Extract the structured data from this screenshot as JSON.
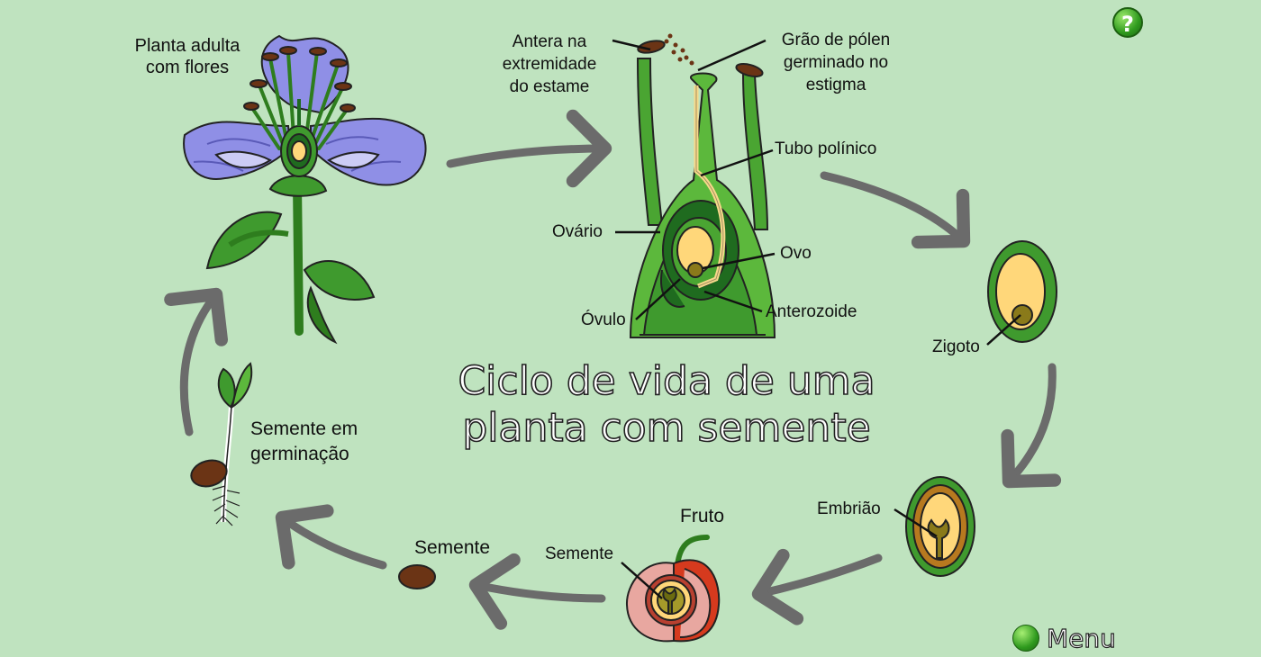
{
  "title": {
    "line1": "Ciclo de vida de uma",
    "line2": "planta com semente"
  },
  "labels": {
    "adult_plant_l1": "Planta adulta",
    "adult_plant_l2": "com flores",
    "anther_l1": "Antera na",
    "anther_l2": "extremidade",
    "anther_l3": "do estame",
    "pollen_l1": "Grão de pólen",
    "pollen_l2": "germinado no",
    "pollen_l3": "estigma",
    "pollen_tube": "Tubo polínico",
    "ovary": "Ovário",
    "egg": "Ovo",
    "ovule": "Óvulo",
    "antherozoid": "Anterozoide",
    "zygote": "Zigoto",
    "embryo": "Embrião",
    "fruit": "Fruto",
    "fruit_seed": "Semente",
    "seed": "Semente",
    "germinating_l1": "Semente em",
    "germinating_l2": "germinação"
  },
  "controls": {
    "help": "?",
    "menu": "Menu"
  },
  "colors": {
    "background": "#bfe3bf",
    "arrow": "#6b6b6b",
    "petal": "#8f8fe6",
    "leaf": "#3f9a2e",
    "dark_green": "#1f6b1f",
    "cell_yellow": "#ffd77a",
    "seed_brown": "#6b3415",
    "fruit_red": "#d63a1e"
  }
}
